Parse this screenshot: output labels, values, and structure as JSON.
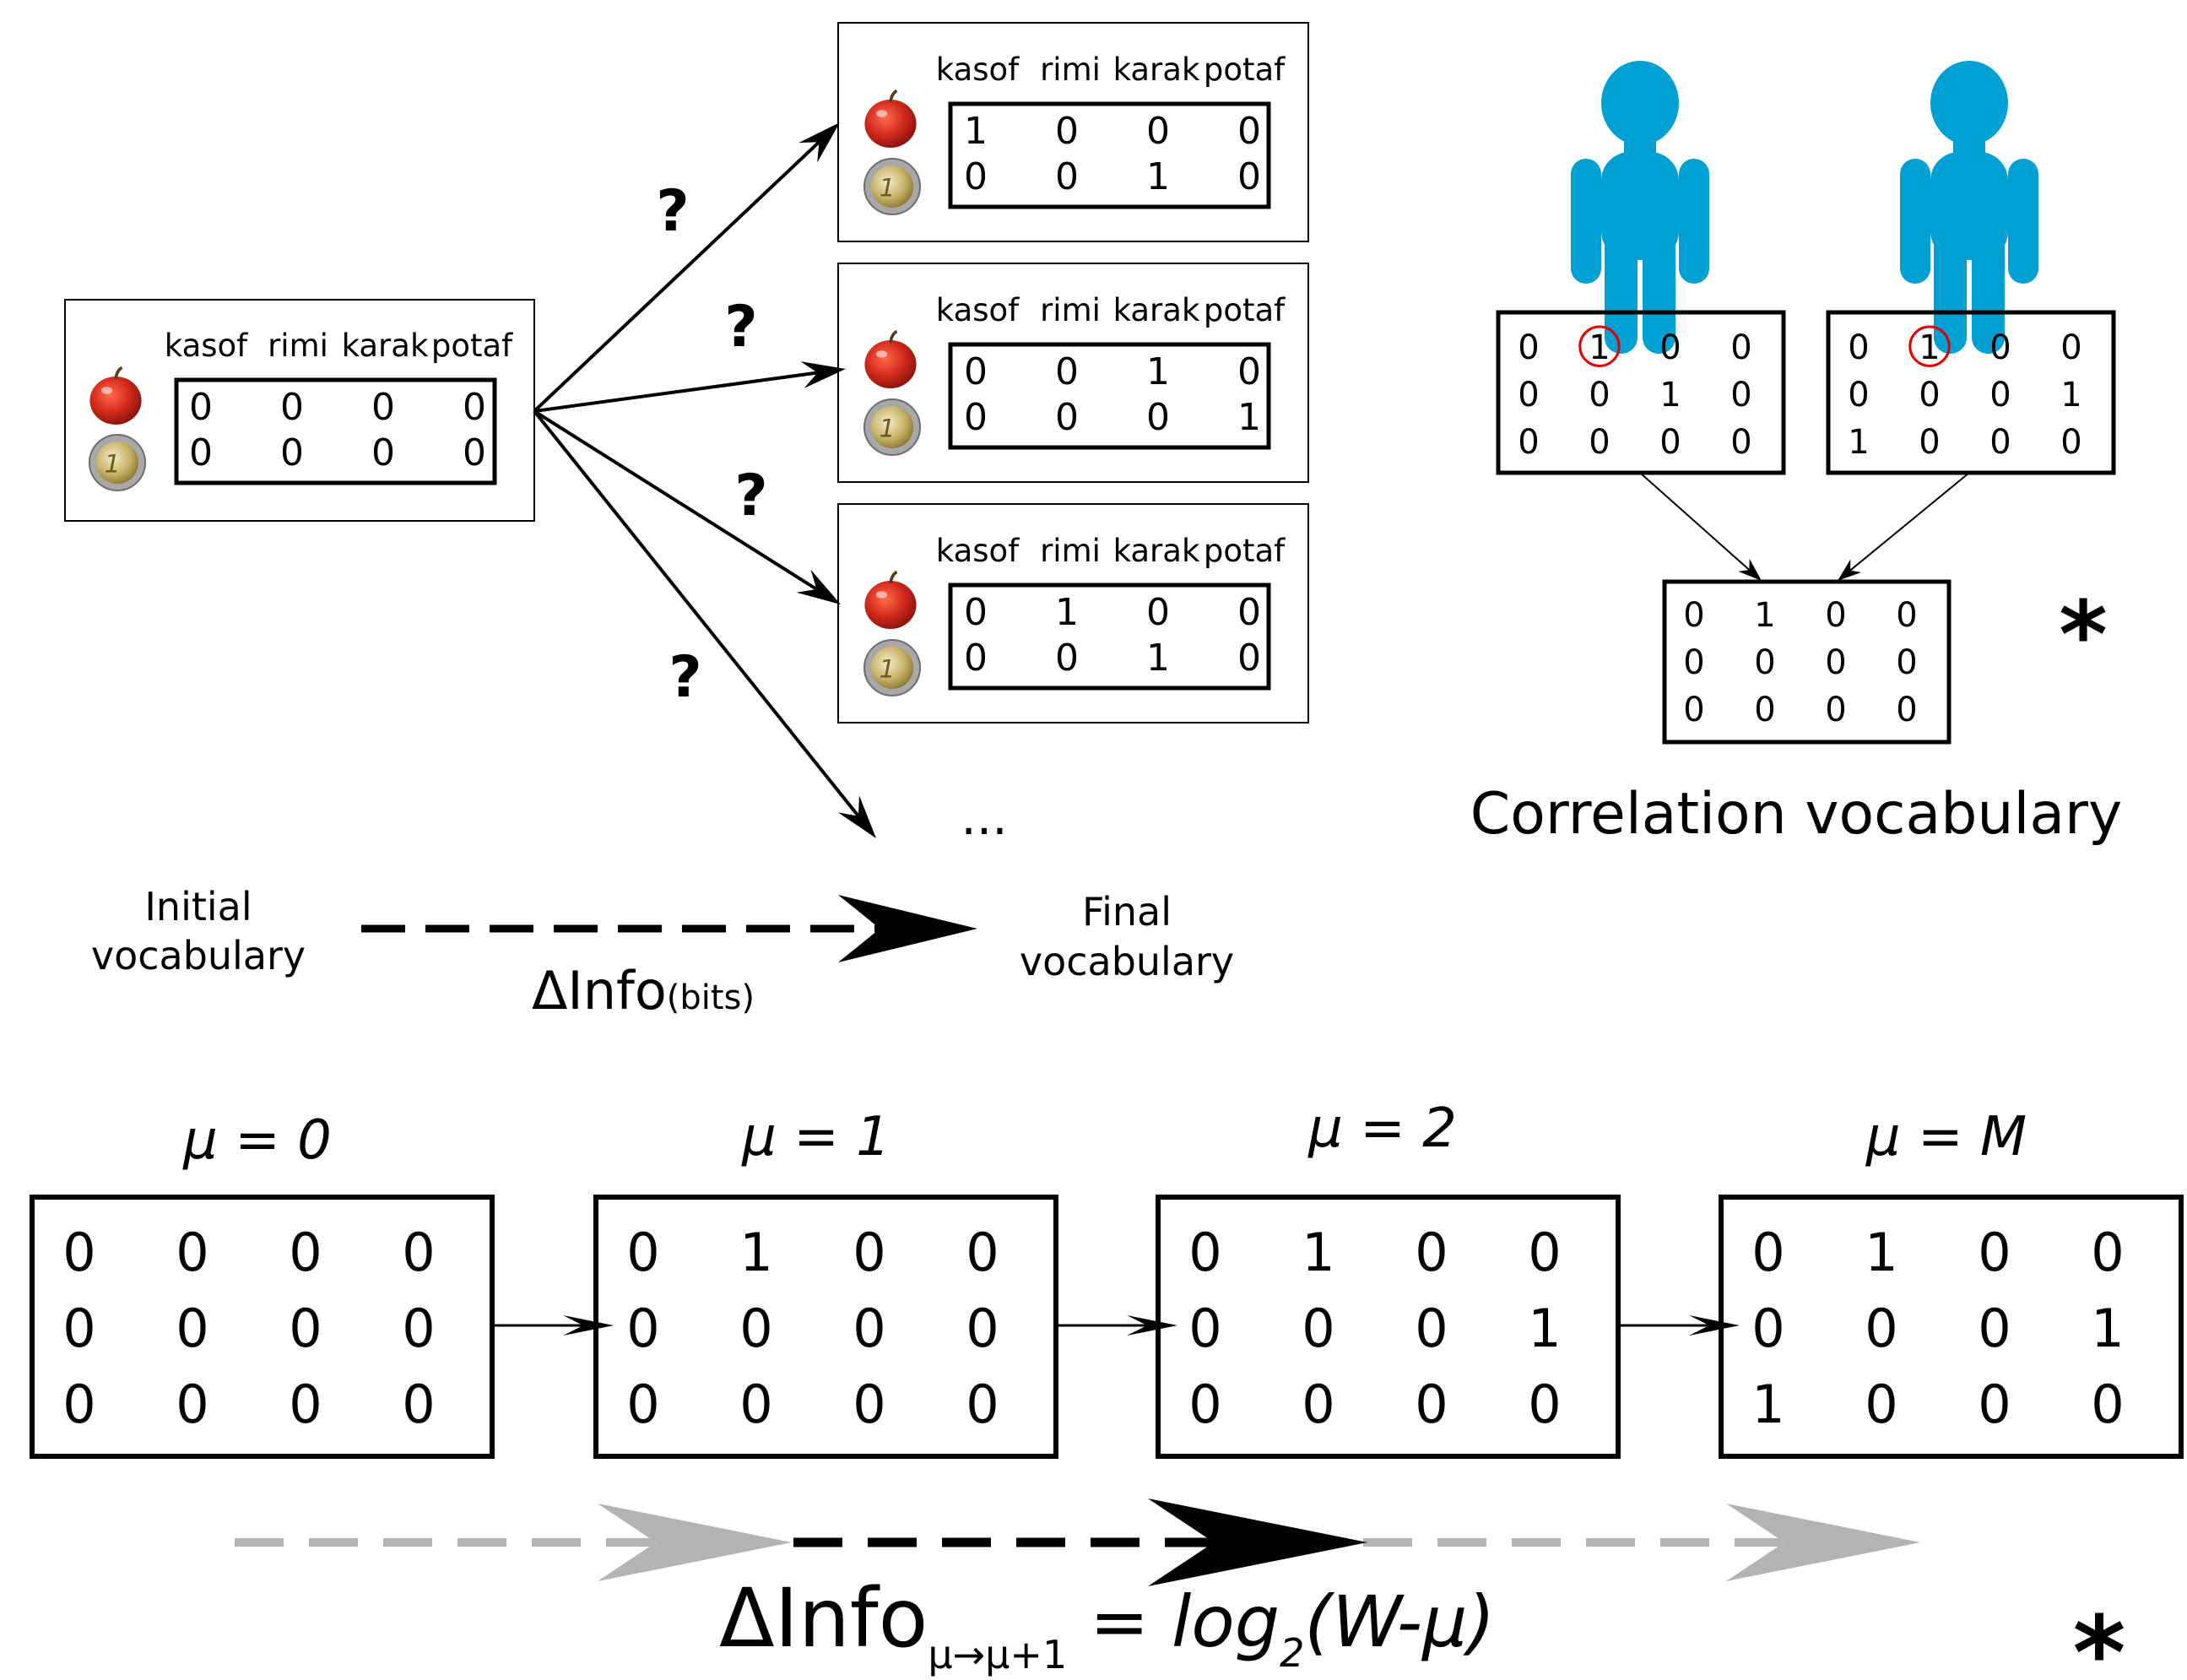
{
  "words": [
    "kasof",
    "rimi",
    "karak",
    "potaf"
  ],
  "objects": [
    "apple-icon",
    "euro-coin-icon"
  ],
  "initial_box": {
    "rows": [
      [
        "0",
        "0",
        "0",
        "0"
      ],
      [
        "0",
        "0",
        "0",
        "0"
      ]
    ]
  },
  "candidate_boxes": [
    {
      "rows": [
        [
          "1",
          "0",
          "0",
          "0"
        ],
        [
          "0",
          "0",
          "1",
          "0"
        ]
      ]
    },
    {
      "rows": [
        [
          "0",
          "0",
          "1",
          "0"
        ],
        [
          "0",
          "0",
          "0",
          "1"
        ]
      ]
    },
    {
      "rows": [
        [
          "0",
          "1",
          "0",
          "0"
        ],
        [
          "0",
          "0",
          "1",
          "0"
        ]
      ]
    }
  ],
  "question_mark": "?",
  "ellipsis": "...",
  "initial_label": [
    "Initial",
    "vocabulary"
  ],
  "final_label": [
    "Final",
    "vocabulary"
  ],
  "delta_info_top": {
    "delta": "Δ",
    "main": "Info",
    "sub": "(bits)"
  },
  "speakers": [
    {
      "icon": "person-icon",
      "rows": [
        [
          "0",
          "1",
          "0",
          "0"
        ],
        [
          "0",
          "0",
          "1",
          "0"
        ],
        [
          "0",
          "0",
          "0",
          "0"
        ]
      ],
      "circled": [
        0,
        1
      ]
    },
    {
      "icon": "person-icon",
      "rows": [
        [
          "0",
          "1",
          "0",
          "0"
        ],
        [
          "0",
          "0",
          "0",
          "1"
        ],
        [
          "1",
          "0",
          "0",
          "0"
        ]
      ],
      "circled": [
        0,
        1
      ]
    }
  ],
  "correlation_box": {
    "rows": [
      [
        "0",
        "1",
        "0",
        "0"
      ],
      [
        "0",
        "0",
        "0",
        "0"
      ],
      [
        "0",
        "0",
        "0",
        "0"
      ]
    ]
  },
  "correlation_label": "Correlation vocabulary",
  "asterisk": "*",
  "stages": [
    {
      "label": "μ = 0",
      "rows": [
        [
          "0",
          "0",
          "0",
          "0"
        ],
        [
          "0",
          "0",
          "0",
          "0"
        ],
        [
          "0",
          "0",
          "0",
          "0"
        ]
      ]
    },
    {
      "label": "μ = 1",
      "rows": [
        [
          "0",
          "1",
          "0",
          "0"
        ],
        [
          "0",
          "0",
          "0",
          "0"
        ],
        [
          "0",
          "0",
          "0",
          "0"
        ]
      ]
    },
    {
      "label": "μ = 2",
      "rows": [
        [
          "0",
          "1",
          "0",
          "0"
        ],
        [
          "0",
          "0",
          "0",
          "1"
        ],
        [
          "0",
          "0",
          "0",
          "0"
        ]
      ]
    },
    {
      "label": "μ = M",
      "rows": [
        [
          "0",
          "1",
          "0",
          "0"
        ],
        [
          "0",
          "0",
          "0",
          "1"
        ],
        [
          "1",
          "0",
          "0",
          "0"
        ]
      ]
    }
  ],
  "formula": {
    "delta": "Δ",
    "main": "Info",
    "sub": "μ→μ+1",
    "eq": " = ",
    "log": "log",
    "log_sub": "2",
    "arg": "(W-μ)"
  },
  "colors": {
    "person": "#00a0d2",
    "circle": "#e00000",
    "gray_arrow": "#b3b3b3",
    "apple": "#d42a1e",
    "coin": "#c9b46a"
  }
}
